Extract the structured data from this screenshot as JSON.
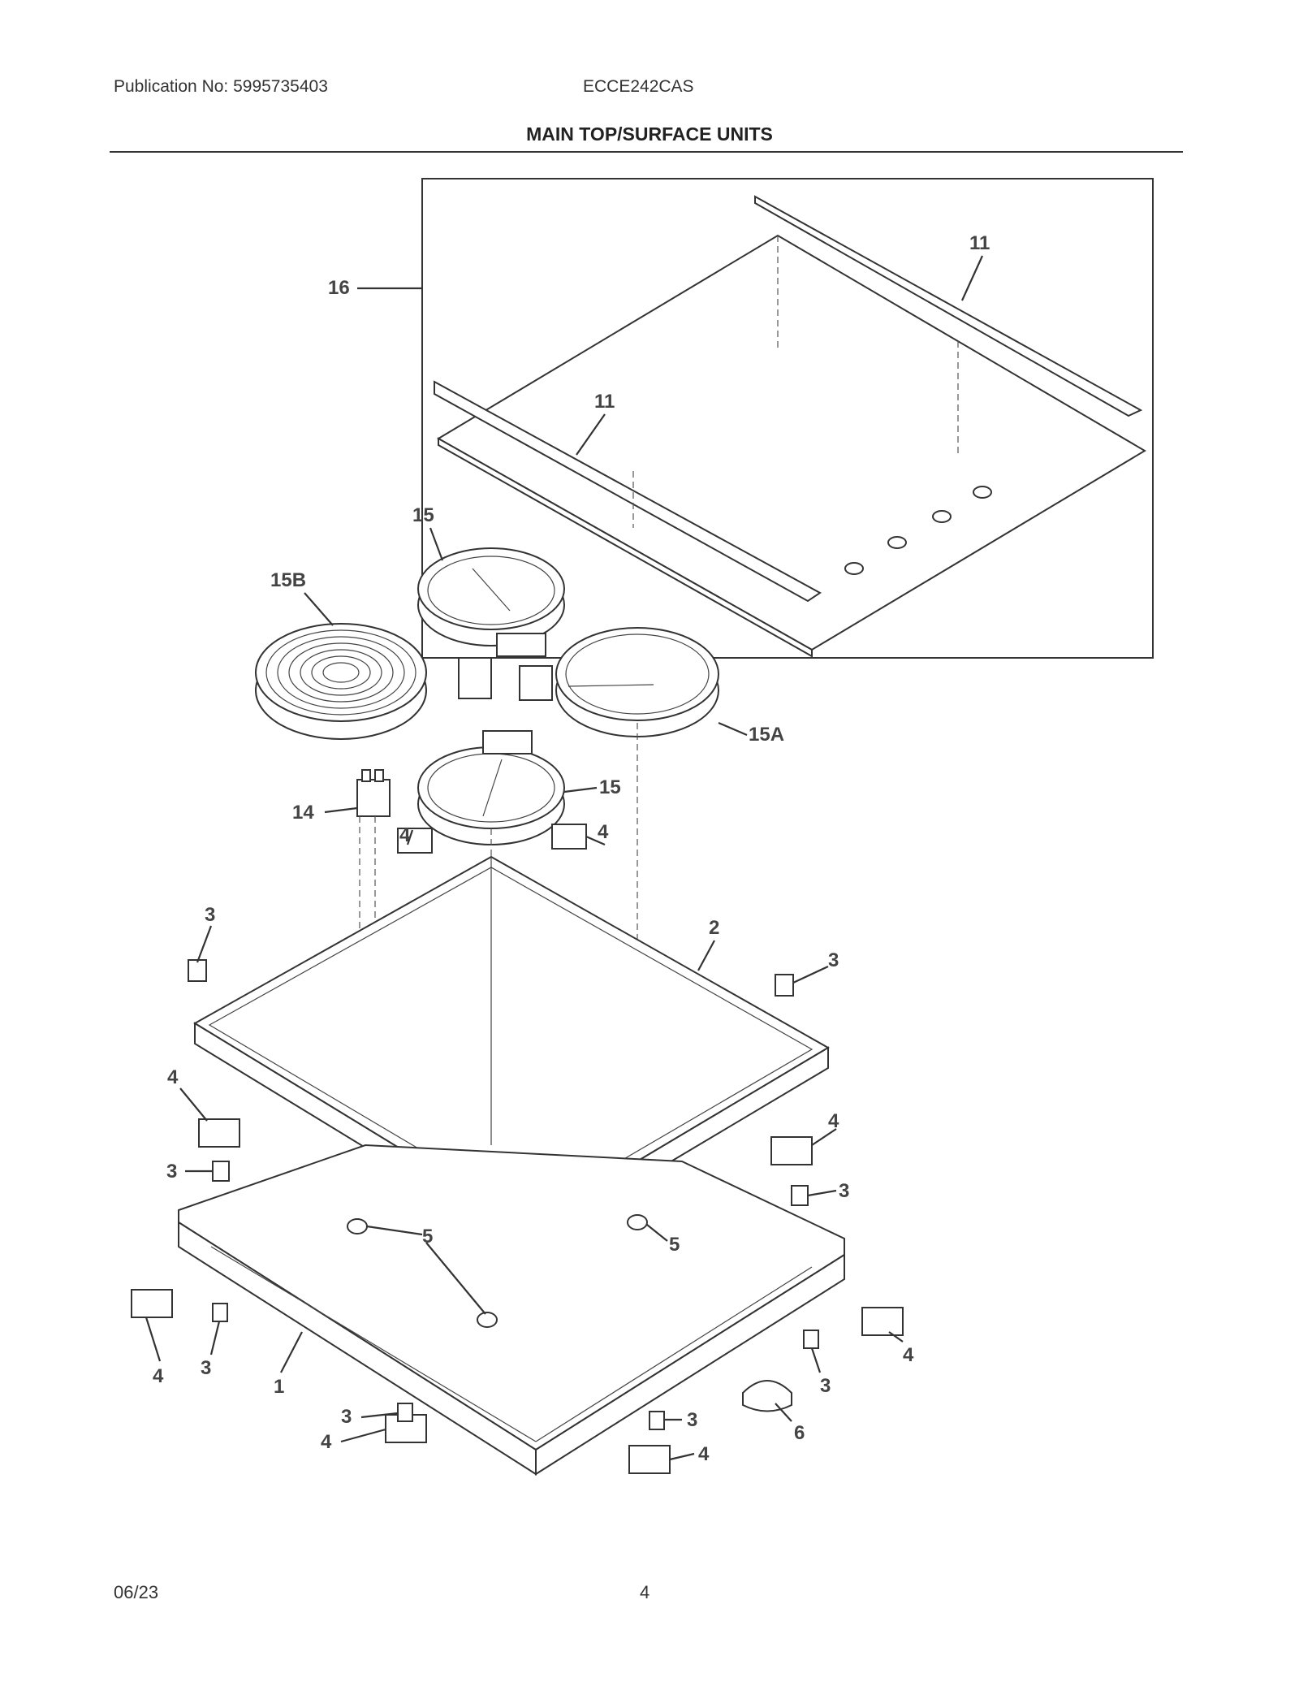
{
  "header": {
    "publication": "Publication No: 5995735403",
    "model": "ECCE242CAS",
    "title": "MAIN TOP/SURFACE UNITS"
  },
  "footer": {
    "date": "06/23",
    "page_number": "4"
  },
  "callouts": {
    "c16": "16",
    "c11a": "11",
    "c11b": "11",
    "c15a": "15",
    "c15b": "15",
    "c15B": "15B",
    "c15A": "15A",
    "c14": "14",
    "c4a": "4",
    "c4b": "4",
    "c3a": "3",
    "c2": "2",
    "c3b": "3",
    "c4c": "4",
    "c4d": "4",
    "c3c": "3",
    "c3d": "3",
    "c5a": "5",
    "c5b": "5",
    "c4e": "4",
    "c3e": "3",
    "c1": "1",
    "c4f": "4",
    "c3f": "3",
    "c3g": "3",
    "c3h": "3",
    "c4g": "4",
    "c4h": "4",
    "c6": "6"
  }
}
